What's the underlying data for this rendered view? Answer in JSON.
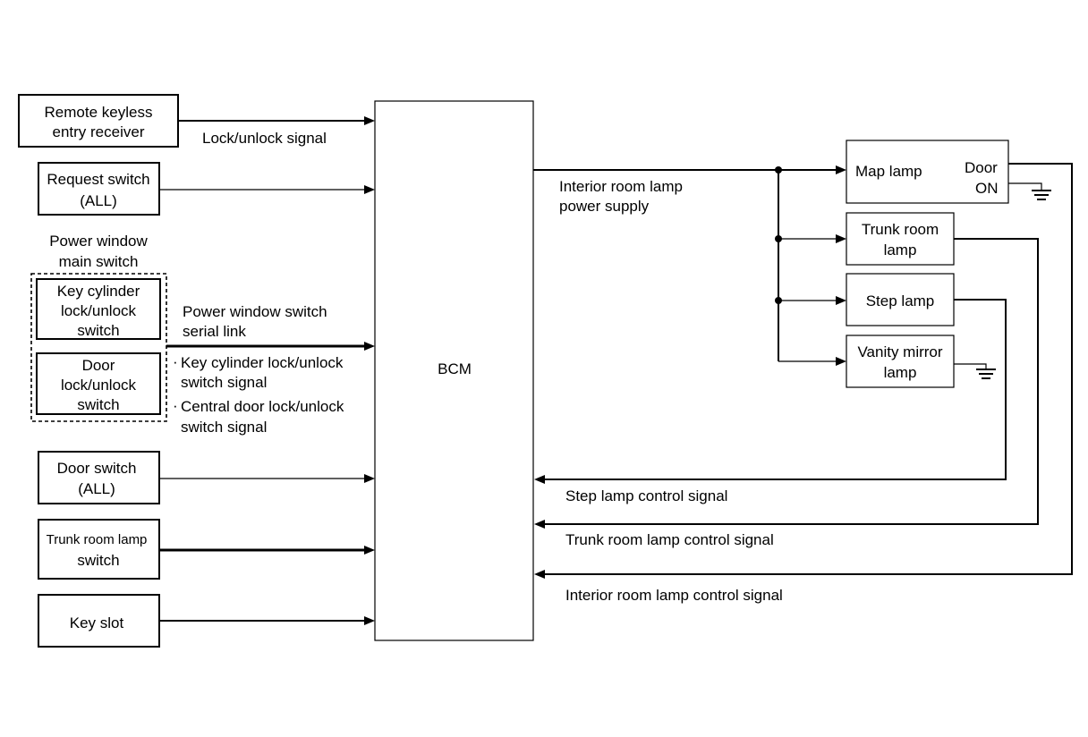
{
  "blocks": {
    "remote_keyless": [
      "Remote keyless",
      "entry receiver"
    ],
    "request_switch": [
      "Request switch",
      "(ALL)"
    ],
    "pw_main_switch": [
      "Power window",
      "main switch"
    ],
    "key_cylinder": [
      "Key cylinder",
      "lock/unlock",
      "switch"
    ],
    "door_lock": [
      "Door",
      "lock/unlock",
      "switch"
    ],
    "door_switch": [
      "Door switch",
      "(ALL)"
    ],
    "trunk_switch": [
      "Trunk room lamp",
      "switch"
    ],
    "key_slot": "Key slot",
    "bcm": "BCM",
    "map_lamp": "Map lamp",
    "door_on": [
      "Door",
      "ON"
    ],
    "trunk_lamp": [
      "Trunk room",
      "lamp"
    ],
    "step_lamp": "Step lamp",
    "vanity_lamp": [
      "Vanity mirror",
      "lamp"
    ]
  },
  "signals": {
    "lock_unlock": "Lock/unlock signal",
    "interior_power": [
      "Interior room lamp",
      "power supply"
    ],
    "pw_serial": [
      "Power window switch",
      "serial link"
    ],
    "key_cyl_signal": [
      "Key cylinder lock/unlock",
      "switch signal"
    ],
    "central_signal": [
      "Central door lock/unlock",
      "switch signal"
    ],
    "step_control": "Step lamp control signal",
    "trunk_control": "Trunk room lamp control signal",
    "interior_control": "Interior room lamp control signal"
  }
}
